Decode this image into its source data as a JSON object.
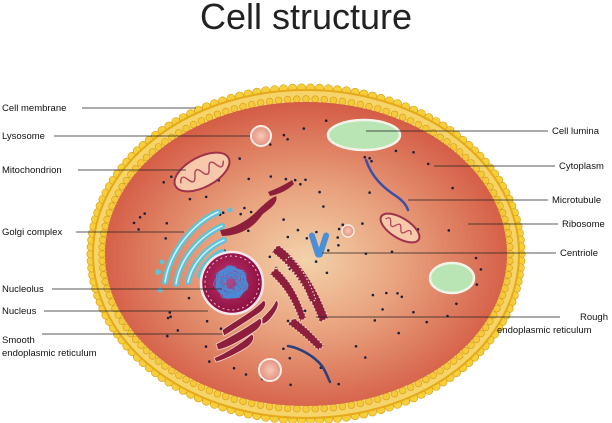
{
  "title": "Cell structure",
  "labels_left": {
    "cell_membrane": "Cell membrane",
    "lysosome": "Lysosome",
    "mitochondrion": "Mitochondrion",
    "golgi_complex": "Golgi complex",
    "nucleolus": "Nucleolus",
    "nucleus": "Nucleus",
    "smooth_er_line1": "Smooth",
    "smooth_er_line2": "endoplasmic reticulum"
  },
  "labels_right": {
    "cell_lumina": "Cell lumina",
    "cytoplasm": "Cytoplasm",
    "microtubule": "Microtubule",
    "ribosome": "Ribosome",
    "centriole": "Centriole",
    "rough_er_line1": "Rough",
    "rough_er_line2": "endoplasmic reticulum"
  },
  "colors": {
    "membrane": "#f2c230",
    "cytoplasm_center": "#f0c9a0",
    "cytoplasm_edge": "#d9604e",
    "nucleus": "#a3174e",
    "nucleolus": "#3f7fd0",
    "mitochondrion": "#f6c6a8",
    "golgi": "#5ec3d8",
    "vacuole": "#b7e3b0",
    "er": "#8e1f3c",
    "centriole": "#4a8fd8",
    "microtubule": "#3b4fa8"
  }
}
